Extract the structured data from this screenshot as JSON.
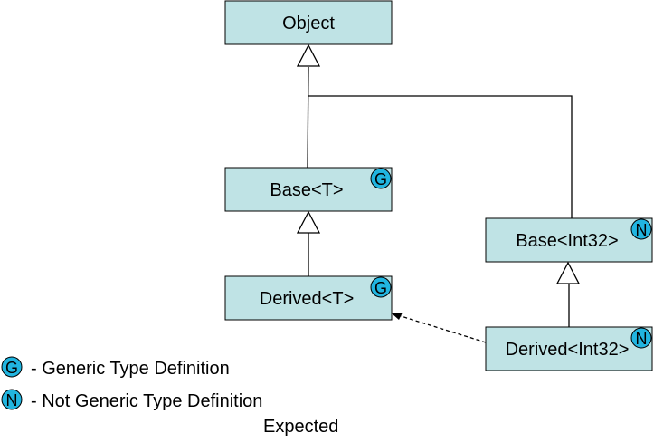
{
  "nodes": {
    "object": {
      "label": "Object"
    },
    "base_t": {
      "label": "Base<T>",
      "badge": "G"
    },
    "derived_t": {
      "label": "Derived<T>",
      "badge": "G"
    },
    "base_int32": {
      "label": "Base<Int32>",
      "badge": "N"
    },
    "derived_int32": {
      "label": "Derived<Int32>",
      "badge": "N"
    }
  },
  "legend": {
    "generic": {
      "badge": "G",
      "text": "- Generic Type Definition"
    },
    "not_generic": {
      "badge": "N",
      "text": "- Not Generic Type Definition"
    }
  },
  "caption": "Expected",
  "colors": {
    "box_fill": "#bfe3e5",
    "badge_fill": "#21b5e0",
    "line": "#000000"
  }
}
